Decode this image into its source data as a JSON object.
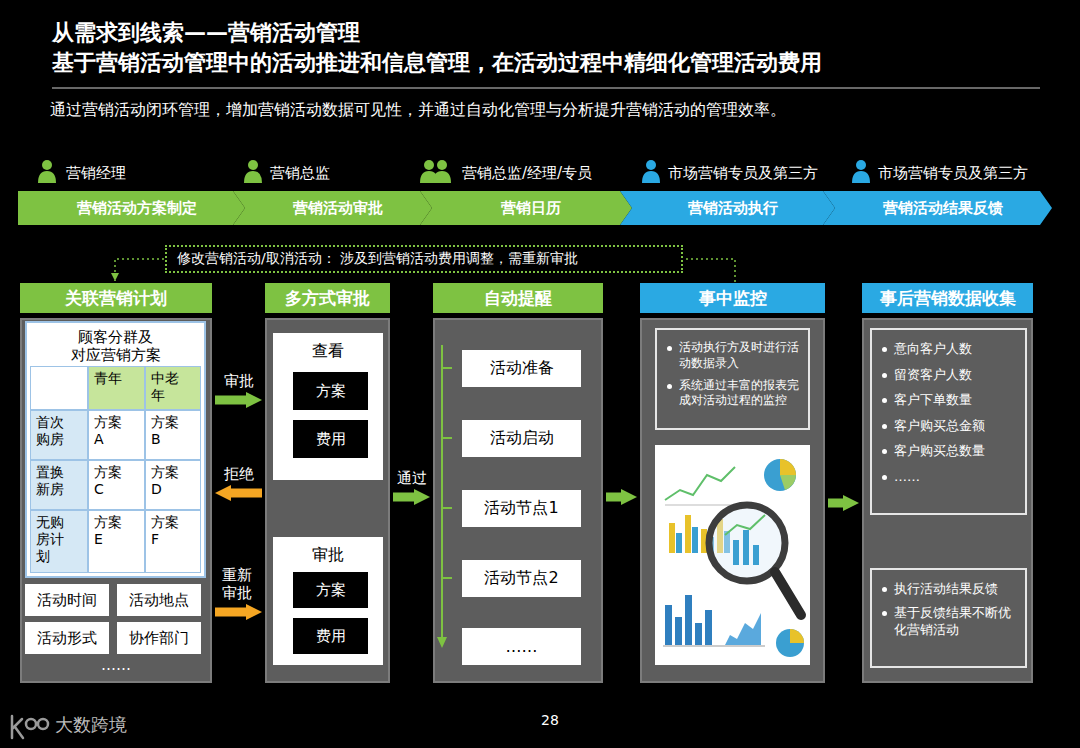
{
  "diagram": {
    "title": "从需求到线索——营销活动管理",
    "nodes": [
      {
        "text": [
          "营销活动方案制定"
        ]
      },
      {
        "text": [
          "营销活动审批"
        ]
      },
      {
        "text": [
          "营销日历"
        ]
      },
      {
        "text": [
          "营销活动执行"
        ]
      },
      {
        "text": [
          "营销活动结果反馈"
        ]
      },
      {
        "text": [
          "修改营销活动/取消活动： 涉及到营销活动费用调整，需重新审批"
        ]
      },
      {
        "text": [
          "关联营销计划"
        ]
      },
      {
        "text": [
          "顾客分群及 对应营销方案"
        ],
        "in": 6
      },
      {
        "text": [
          "活动时间"
        ],
        "in": 6
      },
      {
        "text": [
          "活动地点"
        ],
        "in": 6
      },
      {
        "text": [
          "活动形式"
        ],
        "in": 6
      },
      {
        "text": [
          "协作部门"
        ],
        "in": 6
      },
      {
        "text": [
          "多方式审批"
        ]
      },
      {
        "text": [
          "查看"
        ],
        "in": 12
      },
      {
        "text": [
          "方案"
        ],
        "in": 13
      },
      {
        "text": [
          "费用"
        ],
        "in": 13
      },
      {
        "text": [
          "审批"
        ],
        "in": 12
      },
      {
        "text": [
          "方案"
        ],
        "in": 16
      },
      {
        "text": [
          "费用"
        ],
        "in": 16
      },
      {
        "text": [
          "自动提醒"
        ]
      },
      {
        "text": [
          "活动准备"
        ],
        "in": 19
      },
      {
        "text": [
          "活动启动"
        ],
        "in": 19
      },
      {
        "text": [
          "活动节点1"
        ],
        "in": 19
      },
      {
        "text": [
          "活动节点2"
        ],
        "in": 19
      },
      {
        "text": [
          "……"
        ],
        "in": 19
      },
      {
        "text": [
          "事中监控"
        ]
      },
      {
        "text": [
          "活动执行方及时进行活动数据录入",
          "系统通过丰富的报表完成对活动过程的监控"
        ],
        "in": 25
      },
      {
        "text": [
          "事后营销数据收集"
        ]
      },
      {
        "text": [
          "意向客户人数",
          "留资客户人数",
          "客户下单数量",
          "客户购买总金额",
          "客户购买总数量",
          "……"
        ],
        "in": 27
      },
      {
        "text": [
          "执行活动结果反馈",
          "基于反馈结果不断优化营销活动"
        ],
        "in": 27
      }
    ],
    "edges": [
      {
        "from": 5,
        "to": 6,
        "arrow": "to"
      },
      {
        "from": 25,
        "to": 5,
        "arrow": "none"
      },
      {
        "from": 6,
        "to": 12,
        "label": "审批",
        "arrow": "to"
      },
      {
        "from": 12,
        "to": 6,
        "label": "拒绝",
        "arrow": "to"
      },
      {
        "from": 6,
        "to": 12,
        "label": "重新审批",
        "arrow": "to"
      },
      {
        "from": 12,
        "to": 19,
        "label": "通过",
        "arrow": "to"
      },
      {
        "from": 19,
        "to": 25,
        "arrow": "to"
      },
      {
        "from": 25,
        "to": 27,
        "arrow": "to"
      }
    ],
    "labels": [
      "基于营销活动管理中的活动推进和信息管理，在活动过程中精细化管理活动费用",
      "通过营销活动闭环管理，增加营销活动数据可见性，并通过自动化管理与分析提升营销活动的管理效率。",
      "营销经理",
      "营销总监",
      "营销总监/经理/专员",
      "市场营销专员及第三方",
      "市场营销专员及第三方",
      "青年",
      "中老年",
      "首次购房",
      "方案A",
      "方案B",
      "置换新房",
      "方案C",
      "方案D",
      "无购房计划",
      "方案E",
      "方案F",
      "……",
      "28",
      "大数跨境"
    ]
  }
}
